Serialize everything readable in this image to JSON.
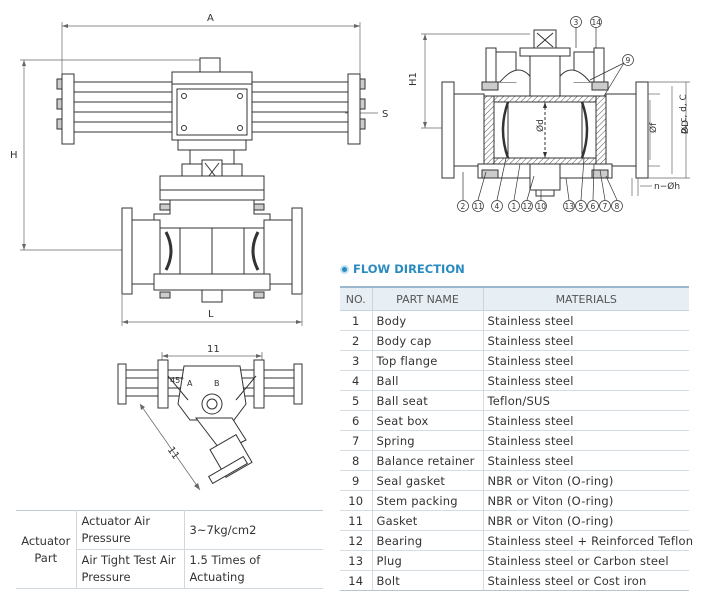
{
  "dimensions": {
    "main_width": "A",
    "main_height": "H",
    "main_length": "L",
    "main_side": "S",
    "section_height": "H1",
    "bore_label": "Ød",
    "port_diameter": "Øf",
    "flange_dims": "p, c, d, C",
    "outer_diameter": "ØD",
    "bolt_holes": "n−Øh",
    "plan_length_top": "11",
    "plan_length_side": "11",
    "plan_angle": "45°",
    "plan_port_a": "A",
    "plan_port_b": "B"
  },
  "callouts_top": [
    "3",
    "14",
    "9"
  ],
  "callouts_bottom": [
    "2",
    "11",
    "4",
    "1",
    "12",
    "10",
    "13",
    "5",
    "6",
    "7",
    "8"
  ],
  "flow_direction": {
    "title": "FLOW DIRECTION"
  },
  "parts_table": {
    "headers": [
      "NO.",
      "PART NAME",
      "MATERIALS"
    ],
    "rows": [
      {
        "no": "1",
        "name": "Body",
        "material": "Stainless steel"
      },
      {
        "no": "2",
        "name": "Body cap",
        "material": "Stainless steel"
      },
      {
        "no": "3",
        "name": "Top flange",
        "material": "Stainless steel"
      },
      {
        "no": "4",
        "name": "Ball",
        "material": "Stainless steel"
      },
      {
        "no": "5",
        "name": "Ball seat",
        "material": "Teflon/SUS"
      },
      {
        "no": "6",
        "name": "Seat box",
        "material": "Stainless steel"
      },
      {
        "no": "7",
        "name": "Spring",
        "material": "Stainless steel"
      },
      {
        "no": "8",
        "name": "Balance retainer",
        "material": "Stainless steel"
      },
      {
        "no": "9",
        "name": "Seal gasket",
        "material": "NBR or Viton (O-ring)"
      },
      {
        "no": "10",
        "name": "Stem packing",
        "material": "NBR or Viton (O-ring)"
      },
      {
        "no": "11",
        "name": "Gasket",
        "material": "NBR or Viton (O-ring)"
      },
      {
        "no": "12",
        "name": "Bearing",
        "material": "Stainless steel + Reinforced Teflon"
      },
      {
        "no": "13",
        "name": "Plug",
        "material": "Stainless steel or Carbon steel"
      },
      {
        "no": "14",
        "name": "Bolt",
        "material": "Stainless steel or Cost iron"
      }
    ]
  },
  "actuator_table": {
    "group_label": "Actuator Part",
    "rows": [
      {
        "label": "Actuator Air Pressure",
        "value": "3~7kg/cm2"
      },
      {
        "label": "Air Tight Test Air Pressure",
        "value": "1.5 Times of Actuating"
      }
    ]
  },
  "colors": {
    "line": "#333333",
    "dim_line": "#666666",
    "accent": "#2a8bc0",
    "header_bg": "#e7eef4",
    "hatch": "#555555"
  }
}
